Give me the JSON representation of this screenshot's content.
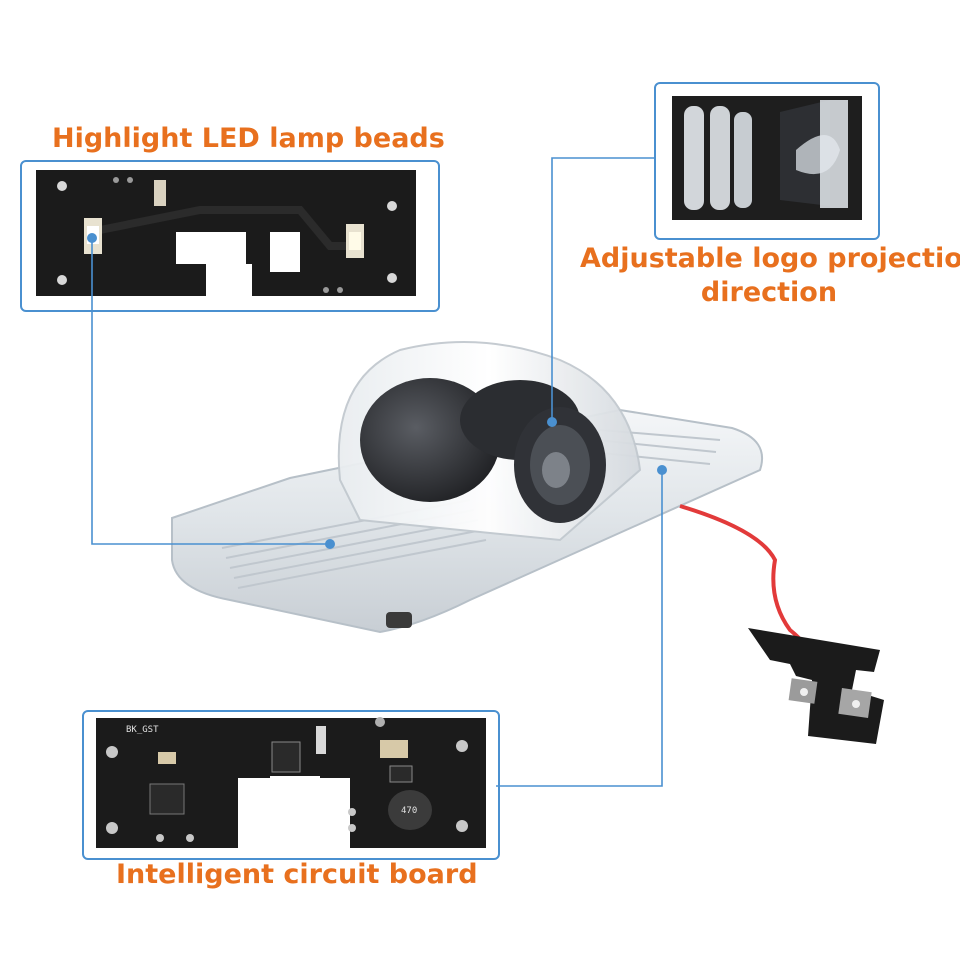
{
  "labels": {
    "led": "Highlight LED lamp beads",
    "projection_line1": "Adjustable logo projection",
    "projection_line2": "direction",
    "board": "Intelligent circuit board"
  },
  "pcb_silkscreen": {
    "board_name": "BK_GST",
    "inductor": "470"
  },
  "colors": {
    "accent_text": "#e8701e",
    "callout_line": "#4a90d0",
    "pcb": "#1b1b1b",
    "wire": "#e23a3a"
  }
}
